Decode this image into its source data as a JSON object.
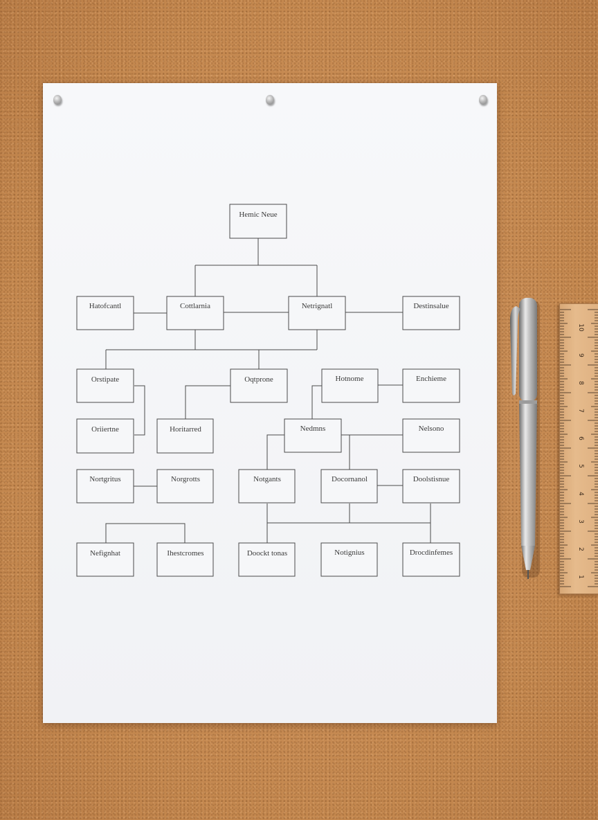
{
  "diagram": {
    "nodes": {
      "root": "Hemic Neue",
      "n1": "Hatofcantl",
      "n2": "Cottlarnia",
      "n3": "Netrignatl",
      "n4": "Destinsalue",
      "n5": "Orstipate",
      "n6": "Oqtprone",
      "n7": "Hotnome",
      "n8": "Enchieme",
      "n9": "Oriiertne",
      "n10": "Horitarred",
      "n11": "Nedmns",
      "n12": "Nelsono",
      "n13": "Nortgritus",
      "n14": "Norgrotts",
      "n15": "Notgants",
      "n16": "Docornanol",
      "n17": "Doolstisnue",
      "n18": "Nefignhat",
      "n19": "Ihestcromes",
      "n20": "Doockt tonas",
      "n21": "Notignius",
      "n22": "Drocdinfemes"
    }
  },
  "ruler": {
    "numbers": [
      "10",
      "9",
      "8",
      "7",
      "6",
      "5",
      "4",
      "3",
      "2",
      "1"
    ]
  },
  "colors": {
    "cork": "#c98e5a",
    "paper": "#f4f5f7",
    "line": "#4a4a4a"
  }
}
